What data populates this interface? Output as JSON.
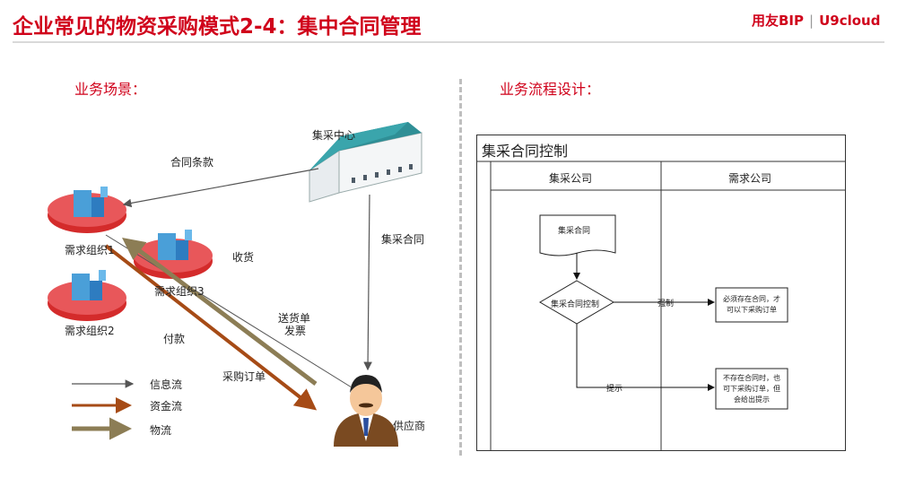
{
  "header": {
    "title": "企业常见的物资采购模式2-4：集中合同管理",
    "logo_primary": "用友BIP",
    "logo_secondary": "U9cloud"
  },
  "left": {
    "section_title": "业务场景：",
    "hub_label": "集采中心",
    "supplier_label": "供应商",
    "orgs": [
      "需求组织1",
      "需求组织3",
      "需求组织2"
    ],
    "edge_labels": {
      "contract_terms": "合同条款",
      "central_contract": "集采合同",
      "receiving": "收货",
      "delivery_line1": "送货单",
      "delivery_line2": "发票",
      "payment": "付款",
      "purchase_order": "采购订单"
    },
    "legend": [
      {
        "label": "信息流",
        "color": "#555555"
      },
      {
        "label": "资金流",
        "color": "#a64b16"
      },
      {
        "label": "物流",
        "color": "#8c7d55"
      }
    ]
  },
  "right": {
    "section_title": "业务流程设计：",
    "swimlane_title": "集采合同控制",
    "lanes": [
      "集采公司",
      "需求公司"
    ],
    "doc_node": "集采合同",
    "decision_node": "集采合同控制",
    "edge_force": "强制",
    "edge_hint": "提示",
    "box_must_line1": "必须存在合同，才",
    "box_must_line2": "可以下采购订单",
    "box_none_line1": "不存在合同时，也",
    "box_none_line2": "可下采购订单，但",
    "box_none_line3": "会给出提示"
  }
}
